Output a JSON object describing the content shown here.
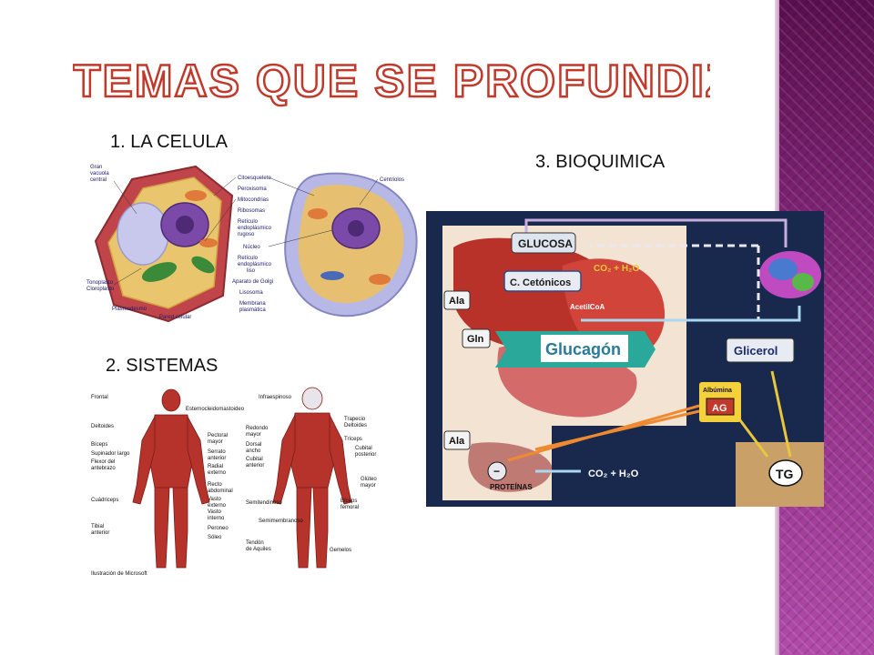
{
  "slide": {
    "title": "TEMAS QUE SE PROFUNDIZAN",
    "colors": {
      "title_fill": "#ffffff",
      "title_stroke": "#c0392b",
      "sidebar": "#8a2a80"
    }
  },
  "sections": {
    "celula": "1. LA CELULA",
    "sistemas": "2. SISTEMAS",
    "bioquimica": "3. BIOQUIMICA"
  },
  "cell_diagram": {
    "left_labels": [
      "Gran",
      "vacuola",
      "central",
      "Tonoplasto",
      "Cloroplasto",
      "Plasmodesmo",
      "Pared celular"
    ],
    "center_labels": [
      "Citoesqueleto",
      "Peroxisoma",
      "Mitocondrias",
      "Ribosomas",
      "Retículo",
      "endoplásmico",
      "rugoso",
      "Núcleo",
      "Retículo",
      "endoplásmico",
      "liso",
      "Aparato de Golgi",
      "Lisosoma",
      "Membrana",
      "plasmática"
    ],
    "right_labels": [
      "Centriolos"
    ]
  },
  "muscle_diagram": {
    "front_labels": [
      "Frontal",
      "Esternocleidomastoideo",
      "Deltoides",
      "Bíceps",
      "Supinador largo",
      "Flexor del",
      "antebrazo",
      "Cuádriceps",
      "Tibial",
      "anterior"
    ],
    "mid_labels": [
      "Pectoral",
      "mayor",
      "Serrato",
      "anterior",
      "Radial",
      "externo",
      "Recto",
      "abdominal",
      "Vasto",
      "externo",
      "Vasto",
      "interno",
      "Peroneo",
      "Sóleo"
    ],
    "back_left_labels": [
      "Infraespinoso",
      "Redondo",
      "mayor",
      "Dorsal",
      "ancho",
      "Cubital",
      "anterior",
      "Semitendinoso",
      "Semimembranoso",
      "Tendón",
      "de Aquiles"
    ],
    "back_right_labels": [
      "Trapecio",
      "Deltoides",
      "Tríceps",
      "Cubital",
      "posterior",
      "Glúteo",
      "mayor",
      "Bíceps",
      "femoral",
      "Gemelos"
    ],
    "credit": "Ilustración de Microsoft"
  },
  "bio_diagram": {
    "glucosa": "GLUCOSA",
    "cetonicos": "C. Cetónicos",
    "co2_h2o_top": "CO₂ + H₂O",
    "acetilcoa": "AcetilCoA",
    "ala_top": "Ala",
    "gln": "Gln",
    "glucagon": "Glucagón",
    "glicerol": "Glicerol",
    "albumina": "Albúmina",
    "ag": "AG",
    "ala_bottom": "Ala",
    "proteinas": "PROTEÍNAS",
    "co2_h2o_bottom": "CO₂ + H₂O",
    "tg": "TG"
  }
}
